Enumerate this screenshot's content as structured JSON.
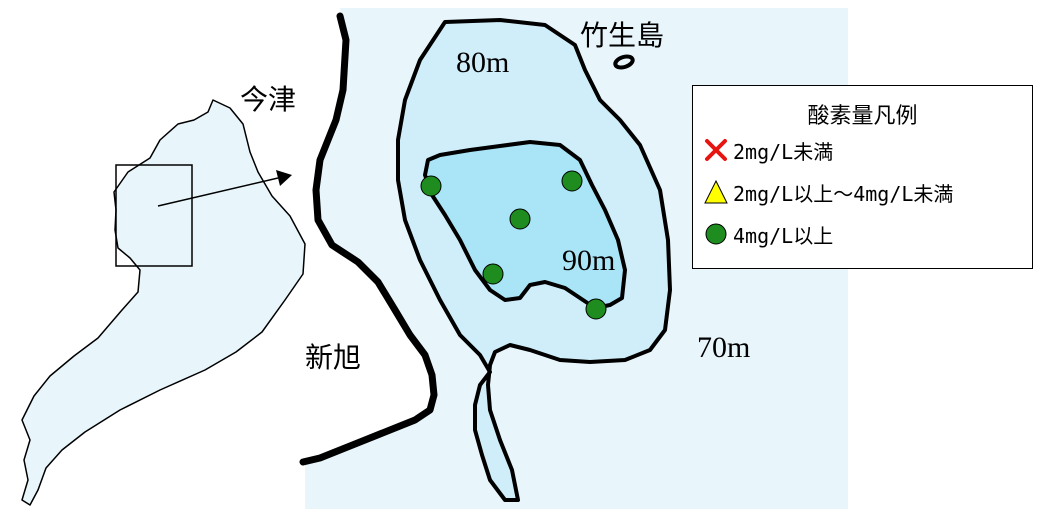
{
  "labels": {
    "imazu": "今津",
    "shinasahi": "新旭",
    "chikubushima": "竹生島"
  },
  "depths": {
    "d80": "80m",
    "d90": "90m",
    "d70": "70m"
  },
  "legend": {
    "title": "酸素量凡例",
    "items": [
      {
        "label": "2mg/L未満",
        "symbol": "cross",
        "color": "#e8140f"
      },
      {
        "label": "2mg/L以上～4mg/L未満",
        "symbol": "triangle",
        "color": "#ffff00"
      },
      {
        "label": "4mg/L以上",
        "symbol": "circle",
        "color": "#1e8c1e"
      }
    ]
  },
  "colors": {
    "water_70m": "#e8f6fc",
    "zone_80m": "#cfeefa",
    "zone_90m": "#a9e4f7",
    "station": "#1e8c1e"
  },
  "stations": [
    {
      "level": "4mg/L以上"
    },
    {
      "level": "4mg/L以上"
    },
    {
      "level": "4mg/L以上"
    },
    {
      "level": "4mg/L以上"
    },
    {
      "level": "4mg/L以上"
    }
  ]
}
